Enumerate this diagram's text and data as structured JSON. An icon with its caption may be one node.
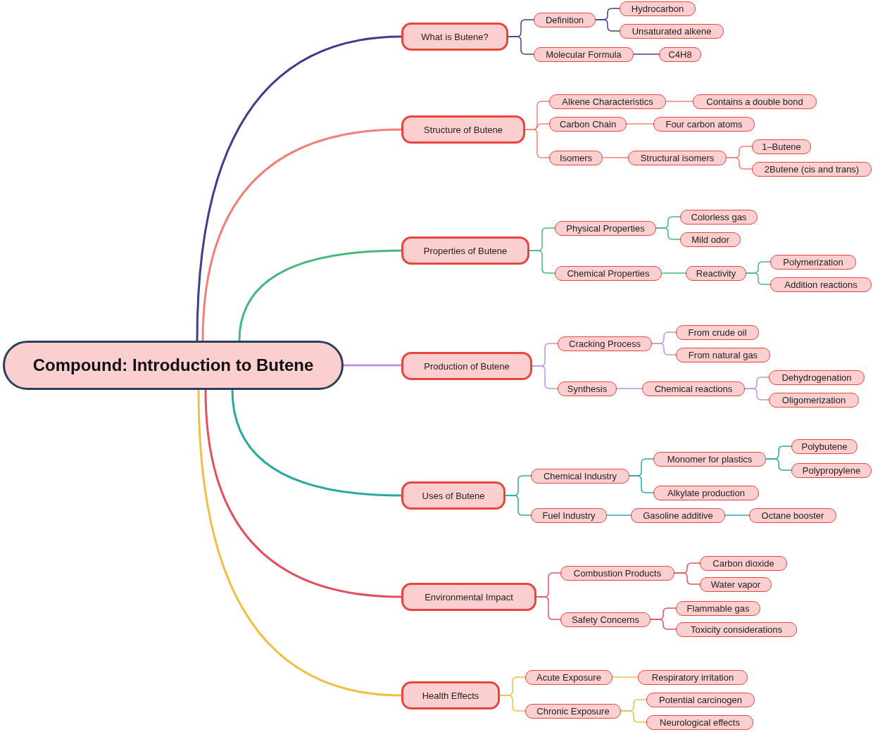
{
  "diagram": {
    "nodes": [
      {
        "text": [
          "Compound: Introduction to Butene"
        ]
      },
      {
        "text": [
          "What is Butene?"
        ]
      },
      {
        "text": [
          "Definition"
        ]
      },
      {
        "text": [
          "Hydrocarbon"
        ]
      },
      {
        "text": [
          "Unsaturated alkene"
        ]
      },
      {
        "text": [
          "Molecular Formula"
        ]
      },
      {
        "text": [
          "C4H8"
        ]
      },
      {
        "text": [
          "Structure of Butene"
        ]
      },
      {
        "text": [
          "Alkene Characteristics"
        ]
      },
      {
        "text": [
          "Contains a double bond"
        ]
      },
      {
        "text": [
          "Carbon Chain"
        ]
      },
      {
        "text": [
          "Four carbon atoms"
        ]
      },
      {
        "text": [
          "Isomers"
        ]
      },
      {
        "text": [
          "Structural isomers"
        ]
      },
      {
        "text": [
          "1–Butene"
        ]
      },
      {
        "text": [
          "2Butene (cis and trans)"
        ]
      },
      {
        "text": [
          "Properties of Butene"
        ]
      },
      {
        "text": [
          "Physical Properties"
        ]
      },
      {
        "text": [
          "Colorless gas"
        ]
      },
      {
        "text": [
          "Mild odor"
        ]
      },
      {
        "text": [
          "Chemical Properties"
        ]
      },
      {
        "text": [
          "Reactivity"
        ]
      },
      {
        "text": [
          "Polymerization"
        ]
      },
      {
        "text": [
          "Addition reactions"
        ]
      },
      {
        "text": [
          "Production of Butene"
        ]
      },
      {
        "text": [
          "Cracking Process"
        ]
      },
      {
        "text": [
          "From crude oil"
        ]
      },
      {
        "text": [
          "From natural gas"
        ]
      },
      {
        "text": [
          "Synthesis"
        ]
      },
      {
        "text": [
          "Chemical reactions"
        ]
      },
      {
        "text": [
          "Dehydrogenation"
        ]
      },
      {
        "text": [
          "Oligomerization"
        ]
      },
      {
        "text": [
          "Uses of Butene"
        ]
      },
      {
        "text": [
          "Chemical Industry"
        ]
      },
      {
        "text": [
          "Monomer for plastics"
        ]
      },
      {
        "text": [
          "Polybutene"
        ]
      },
      {
        "text": [
          "Polypropylene"
        ]
      },
      {
        "text": [
          "Alkylate production"
        ]
      },
      {
        "text": [
          "Fuel Industry"
        ]
      },
      {
        "text": [
          "Gasoline additive"
        ]
      },
      {
        "text": [
          "Octane booster"
        ]
      },
      {
        "text": [
          "Environmental Impact"
        ]
      },
      {
        "text": [
          "Combustion Products"
        ]
      },
      {
        "text": [
          "Carbon dioxide"
        ]
      },
      {
        "text": [
          "Water vapor"
        ]
      },
      {
        "text": [
          "Safety Concerns"
        ]
      },
      {
        "text": [
          "Flammable gas"
        ]
      },
      {
        "text": [
          "Toxicity considerations"
        ]
      },
      {
        "text": [
          "Health Effects"
        ]
      },
      {
        "text": [
          "Acute Exposure"
        ]
      },
      {
        "text": [
          "Respiratory irritation"
        ]
      },
      {
        "text": [
          "Chronic Exposure"
        ]
      },
      {
        "text": [
          "Potential carcinogen"
        ]
      },
      {
        "text": [
          "Neurological effects"
        ]
      }
    ],
    "edges": [
      {
        "from": 0,
        "to": 1,
        "arrow": "none",
        "color": "#3d3f8c"
      },
      {
        "from": 1,
        "to": 2,
        "arrow": "none",
        "color": "#3d3f8c"
      },
      {
        "from": 2,
        "to": 3,
        "arrow": "none",
        "color": "#3d3f8c"
      },
      {
        "from": 2,
        "to": 4,
        "arrow": "none",
        "color": "#3d3f8c"
      },
      {
        "from": 1,
        "to": 5,
        "arrow": "none",
        "color": "#3d3f8c"
      },
      {
        "from": 5,
        "to": 6,
        "arrow": "none",
        "color": "#3d3f8c"
      },
      {
        "from": 0,
        "to": 7,
        "arrow": "none",
        "color": "#f57f78"
      },
      {
        "from": 7,
        "to": 8,
        "arrow": "none",
        "color": "#f57f78"
      },
      {
        "from": 8,
        "to": 9,
        "arrow": "none",
        "color": "#f57f78"
      },
      {
        "from": 7,
        "to": 10,
        "arrow": "none",
        "color": "#f57f78"
      },
      {
        "from": 10,
        "to": 11,
        "arrow": "none",
        "color": "#f57f78"
      },
      {
        "from": 7,
        "to": 12,
        "arrow": "none",
        "color": "#f57f78"
      },
      {
        "from": 12,
        "to": 13,
        "arrow": "none",
        "color": "#f57f78"
      },
      {
        "from": 13,
        "to": 14,
        "arrow": "none",
        "color": "#f57f78"
      },
      {
        "from": 13,
        "to": 15,
        "arrow": "none",
        "color": "#f57f78"
      },
      {
        "from": 0,
        "to": 16,
        "arrow": "none",
        "color": "#45b97c"
      },
      {
        "from": 16,
        "to": 17,
        "arrow": "none",
        "color": "#45b97c"
      },
      {
        "from": 17,
        "to": 18,
        "arrow": "none",
        "color": "#45b97c"
      },
      {
        "from": 17,
        "to": 19,
        "arrow": "none",
        "color": "#45b97c"
      },
      {
        "from": 16,
        "to": 20,
        "arrow": "none",
        "color": "#45b97c"
      },
      {
        "from": 20,
        "to": 21,
        "arrow": "none",
        "color": "#45b97c"
      },
      {
        "from": 21,
        "to": 22,
        "arrow": "none",
        "color": "#45b97c"
      },
      {
        "from": 21,
        "to": 23,
        "arrow": "none",
        "color": "#45b97c"
      },
      {
        "from": 0,
        "to": 24,
        "arrow": "none",
        "color": "#c391e0"
      },
      {
        "from": 24,
        "to": 25,
        "arrow": "none",
        "color": "#c391e0"
      },
      {
        "from": 25,
        "to": 26,
        "arrow": "none",
        "color": "#c391e0"
      },
      {
        "from": 25,
        "to": 27,
        "arrow": "none",
        "color": "#c391e0"
      },
      {
        "from": 24,
        "to": 28,
        "arrow": "none",
        "color": "#c391e0"
      },
      {
        "from": 28,
        "to": 29,
        "arrow": "none",
        "color": "#c391e0"
      },
      {
        "from": 29,
        "to": 30,
        "arrow": "none",
        "color": "#c391e0"
      },
      {
        "from": 29,
        "to": 31,
        "arrow": "none",
        "color": "#c391e0"
      },
      {
        "from": 0,
        "to": 32,
        "arrow": "none",
        "color": "#2aa9a1"
      },
      {
        "from": 32,
        "to": 33,
        "arrow": "none",
        "color": "#2aa9a1"
      },
      {
        "from": 33,
        "to": 34,
        "arrow": "none",
        "color": "#2aa9a1"
      },
      {
        "from": 34,
        "to": 35,
        "arrow": "none",
        "color": "#2aa9a1"
      },
      {
        "from": 34,
        "to": 36,
        "arrow": "none",
        "color": "#2aa9a1"
      },
      {
        "from": 33,
        "to": 37,
        "arrow": "none",
        "color": "#2aa9a1"
      },
      {
        "from": 32,
        "to": 38,
        "arrow": "none",
        "color": "#2aa9a1"
      },
      {
        "from": 38,
        "to": 39,
        "arrow": "none",
        "color": "#2aa9a1"
      },
      {
        "from": 39,
        "to": 40,
        "arrow": "none",
        "color": "#2aa9a1"
      },
      {
        "from": 0,
        "to": 41,
        "arrow": "none",
        "color": "#e4505f"
      },
      {
        "from": 41,
        "to": 42,
        "arrow": "none",
        "color": "#e4505f"
      },
      {
        "from": 42,
        "to": 43,
        "arrow": "none",
        "color": "#e4505f"
      },
      {
        "from": 42,
        "to": 44,
        "arrow": "none",
        "color": "#e4505f"
      },
      {
        "from": 41,
        "to": 45,
        "arrow": "none",
        "color": "#e4505f"
      },
      {
        "from": 45,
        "to": 46,
        "arrow": "none",
        "color": "#e4505f"
      },
      {
        "from": 45,
        "to": 47,
        "arrow": "none",
        "color": "#e4505f"
      },
      {
        "from": 0,
        "to": 48,
        "arrow": "none",
        "color": "#f0c046"
      },
      {
        "from": 48,
        "to": 49,
        "arrow": "none",
        "color": "#f0c046"
      },
      {
        "from": 49,
        "to": 50,
        "arrow": "none",
        "color": "#f0c046"
      },
      {
        "from": 48,
        "to": 51,
        "arrow": "none",
        "color": "#f0c046"
      },
      {
        "from": 51,
        "to": 52,
        "arrow": "none",
        "color": "#f0c046"
      },
      {
        "from": 51,
        "to": 53,
        "arrow": "none",
        "color": "#f0c046"
      }
    ]
  }
}
